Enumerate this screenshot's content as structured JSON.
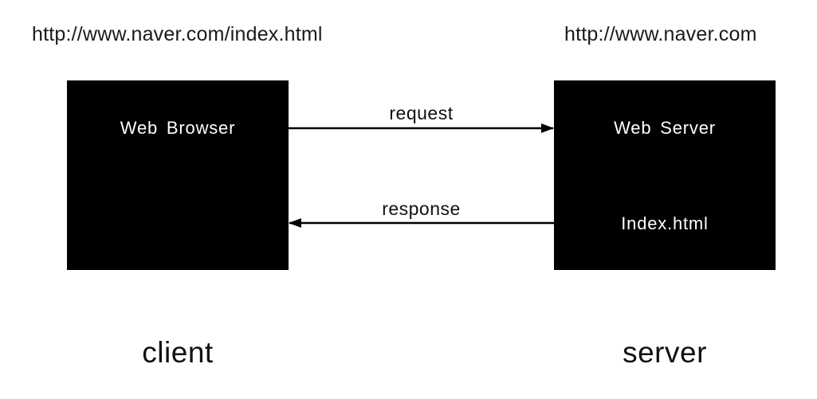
{
  "header": {
    "client_url": "http://www.naver.com/index.html",
    "server_url": "http://www.naver.com"
  },
  "nodes": {
    "client": {
      "title": "Web Browser",
      "caption": "client"
    },
    "server": {
      "title": "Web Server",
      "file": "Index.html",
      "caption": "server"
    }
  },
  "edges": {
    "request": {
      "label": "request",
      "direction": "client-to-server"
    },
    "response": {
      "label": "response",
      "direction": "server-to-client"
    }
  },
  "colors": {
    "background": "#ffffff",
    "box_fill": "#000000",
    "box_text": "#ffffff",
    "arrow": "#000000",
    "text": "#111111"
  }
}
